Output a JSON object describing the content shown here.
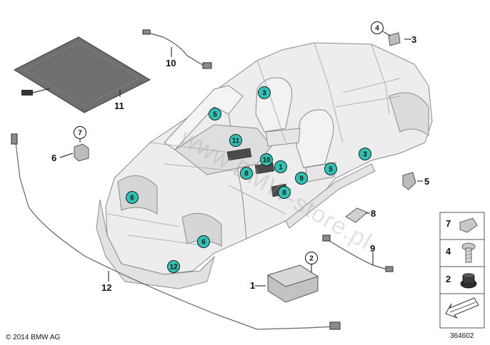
{
  "diagram": {
    "plain_labels": [
      "1",
      "2",
      "3",
      "4",
      "5",
      "6",
      "7",
      "8",
      "9",
      "10",
      "11",
      "12"
    ],
    "teal_markers": [
      "3",
      "5",
      "11",
      "10",
      "1",
      "9",
      "8",
      "8",
      "5",
      "3",
      "6",
      "6",
      "12"
    ],
    "legend_items": [
      "7",
      "4",
      "2"
    ],
    "copyright": "© 2014 BMW AG",
    "drawing_number": "364602",
    "watermark": "www.BMW-store.pl",
    "colors": {
      "marker_fill": "#2fc3b6",
      "body_fill": "#ededed",
      "body_line": "#8a8a8a",
      "mat_fill": "#6f6f6f",
      "part_fill": "#bcbcbc"
    }
  }
}
